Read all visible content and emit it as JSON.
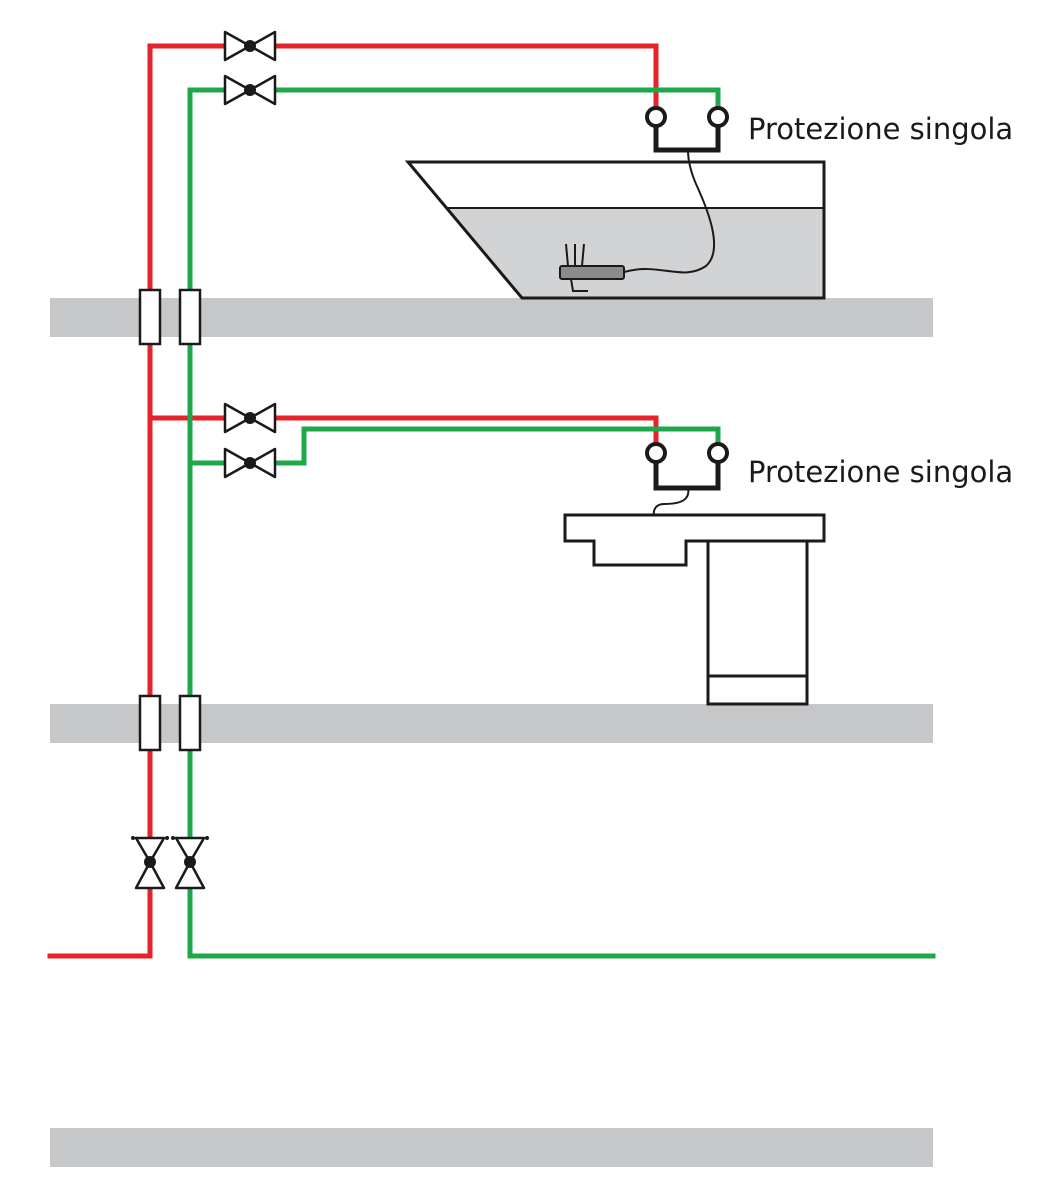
{
  "labels": {
    "upper_protection": "Protezione singola",
    "lower_protection": "Protezione singola"
  },
  "colors": {
    "hot_pipe": "#e5232a",
    "cold_pipe": "#1da84a",
    "floor_slab": "#c6c7c9",
    "outline": "#1a1a1a",
    "water_fill": "#d2d3d5",
    "background": "#ffffff"
  },
  "components": {
    "hot_line": "hot-water-pipe",
    "cold_line": "cold-water-pipe",
    "valve": "valve-icon",
    "sleeve": "wall-sleeve",
    "connector": "protection-connector",
    "bathtub": "bathtub",
    "sink": "sink-cabinet",
    "sensor": "sensor-icon"
  }
}
